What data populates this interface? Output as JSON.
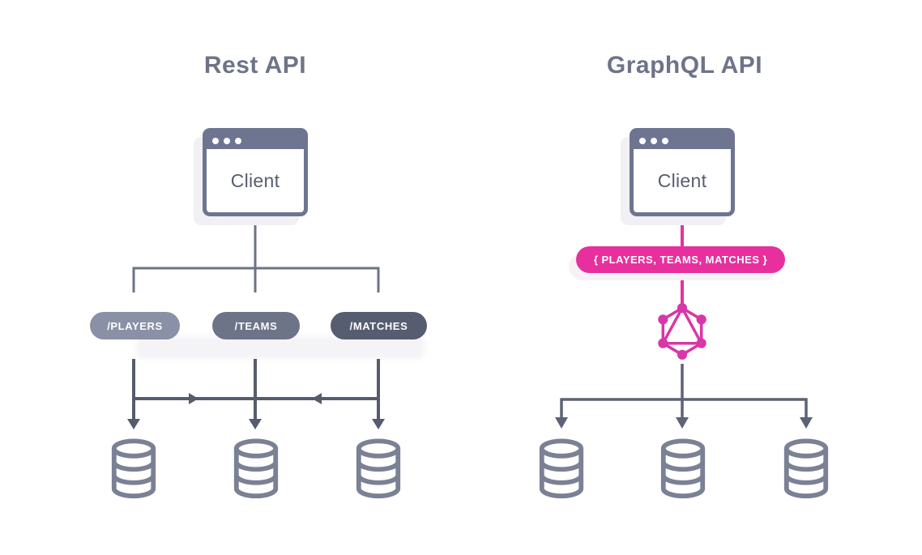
{
  "page": {
    "background": "#ffffff"
  },
  "colors": {
    "frame_gray": "#6e7590",
    "title_text": "#6e7487",
    "client_text": "#575d6f",
    "branch_line": "#6c7386",
    "arrow_line": "#555c6d",
    "right_branch_line": "#5d6376",
    "database_stroke": "#7b8195",
    "pink": "#e7309e",
    "logo_pink": "#d737a8"
  },
  "rest": {
    "title": "Rest API",
    "client_label": "Client",
    "endpoints": [
      {
        "label": "/PLAYERS",
        "color": "#8a90a5"
      },
      {
        "label": "/TEAMS",
        "color": "#6d7488"
      },
      {
        "label": "/MATCHES",
        "color": "#575d70"
      }
    ],
    "database_count": 3
  },
  "graphql": {
    "title": "GraphQL API",
    "client_label": "Client",
    "query_label": "{ PLAYERS, TEAMS, MATCHES }",
    "database_count": 3
  },
  "icons": {
    "client_window": "browser-window-icon",
    "window_dots": "window-control-dots-icon",
    "database": "database-cylinder-icon",
    "graphql_logo": "graphql-hexagon-logo-icon"
  }
}
